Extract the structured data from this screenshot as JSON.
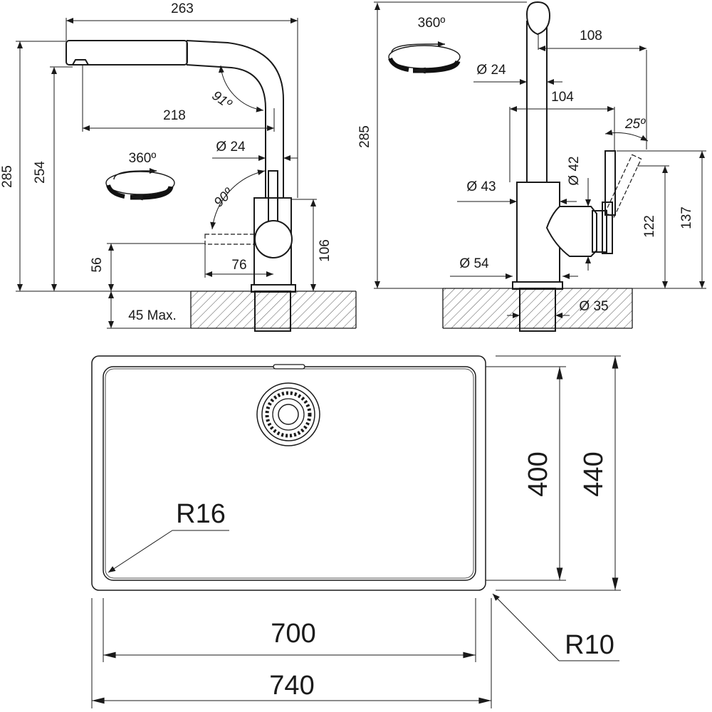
{
  "colors": {
    "line": "#1a1a1a",
    "background": "#ffffff"
  },
  "faucet_side": {
    "dim_263": "263",
    "dim_285": "285",
    "dim_254": "254",
    "dim_218": "218",
    "angle_91": "91º",
    "dim_d24": "Ø 24",
    "rot_360": "360º",
    "angle_90": "90º",
    "dim_56": "56",
    "dim_76": "76",
    "dim_106": "106",
    "dim_45max": "45 Max."
  },
  "faucet_front": {
    "rot_360": "360º",
    "dim_108": "108",
    "dim_d24": "Ø 24",
    "dim_104": "104",
    "angle_25": "25º",
    "dim_285": "285",
    "dim_d43": "Ø 43",
    "dim_d42": "Ø 42",
    "dim_122": "122",
    "dim_137": "137",
    "dim_d54": "Ø 54",
    "dim_d35": "Ø 35"
  },
  "sink": {
    "radius_inner": "R16",
    "radius_outer": "R10",
    "width_inner": "700",
    "width_outer": "740",
    "depth_inner": "400",
    "depth_outer": "440"
  }
}
